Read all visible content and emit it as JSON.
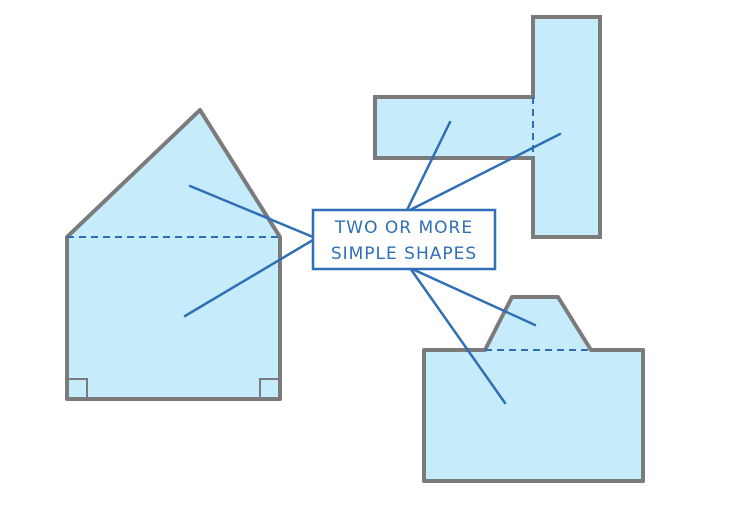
{
  "label": {
    "line1": "TWO OR MORE",
    "line2": "SIMPLE SHAPES"
  },
  "shapes": [
    {
      "name": "house-shape",
      "components": [
        "triangle",
        "rectangle"
      ]
    },
    {
      "name": "t-shape",
      "components": [
        "rectangle",
        "rectangle"
      ]
    },
    {
      "name": "camera-shape",
      "components": [
        "trapezium",
        "rectangle"
      ]
    }
  ],
  "colors": {
    "fill": "#c6ecfb",
    "outline": "#7b7b7b",
    "line": "#2f6fb5",
    "label_border": "#2f6fb5"
  }
}
